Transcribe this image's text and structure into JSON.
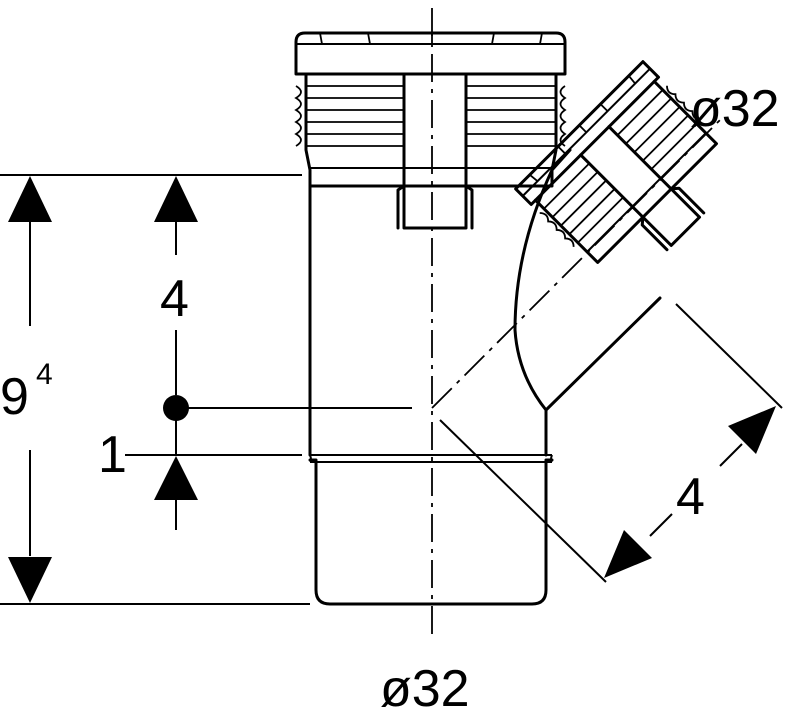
{
  "dimensions": {
    "total_height": {
      "value": "9",
      "superscript": "4"
    },
    "socket_depth": "4",
    "offset": "1",
    "branch_length": "4",
    "main_diameter": "ø32",
    "branch_diameter": "ø32"
  }
}
